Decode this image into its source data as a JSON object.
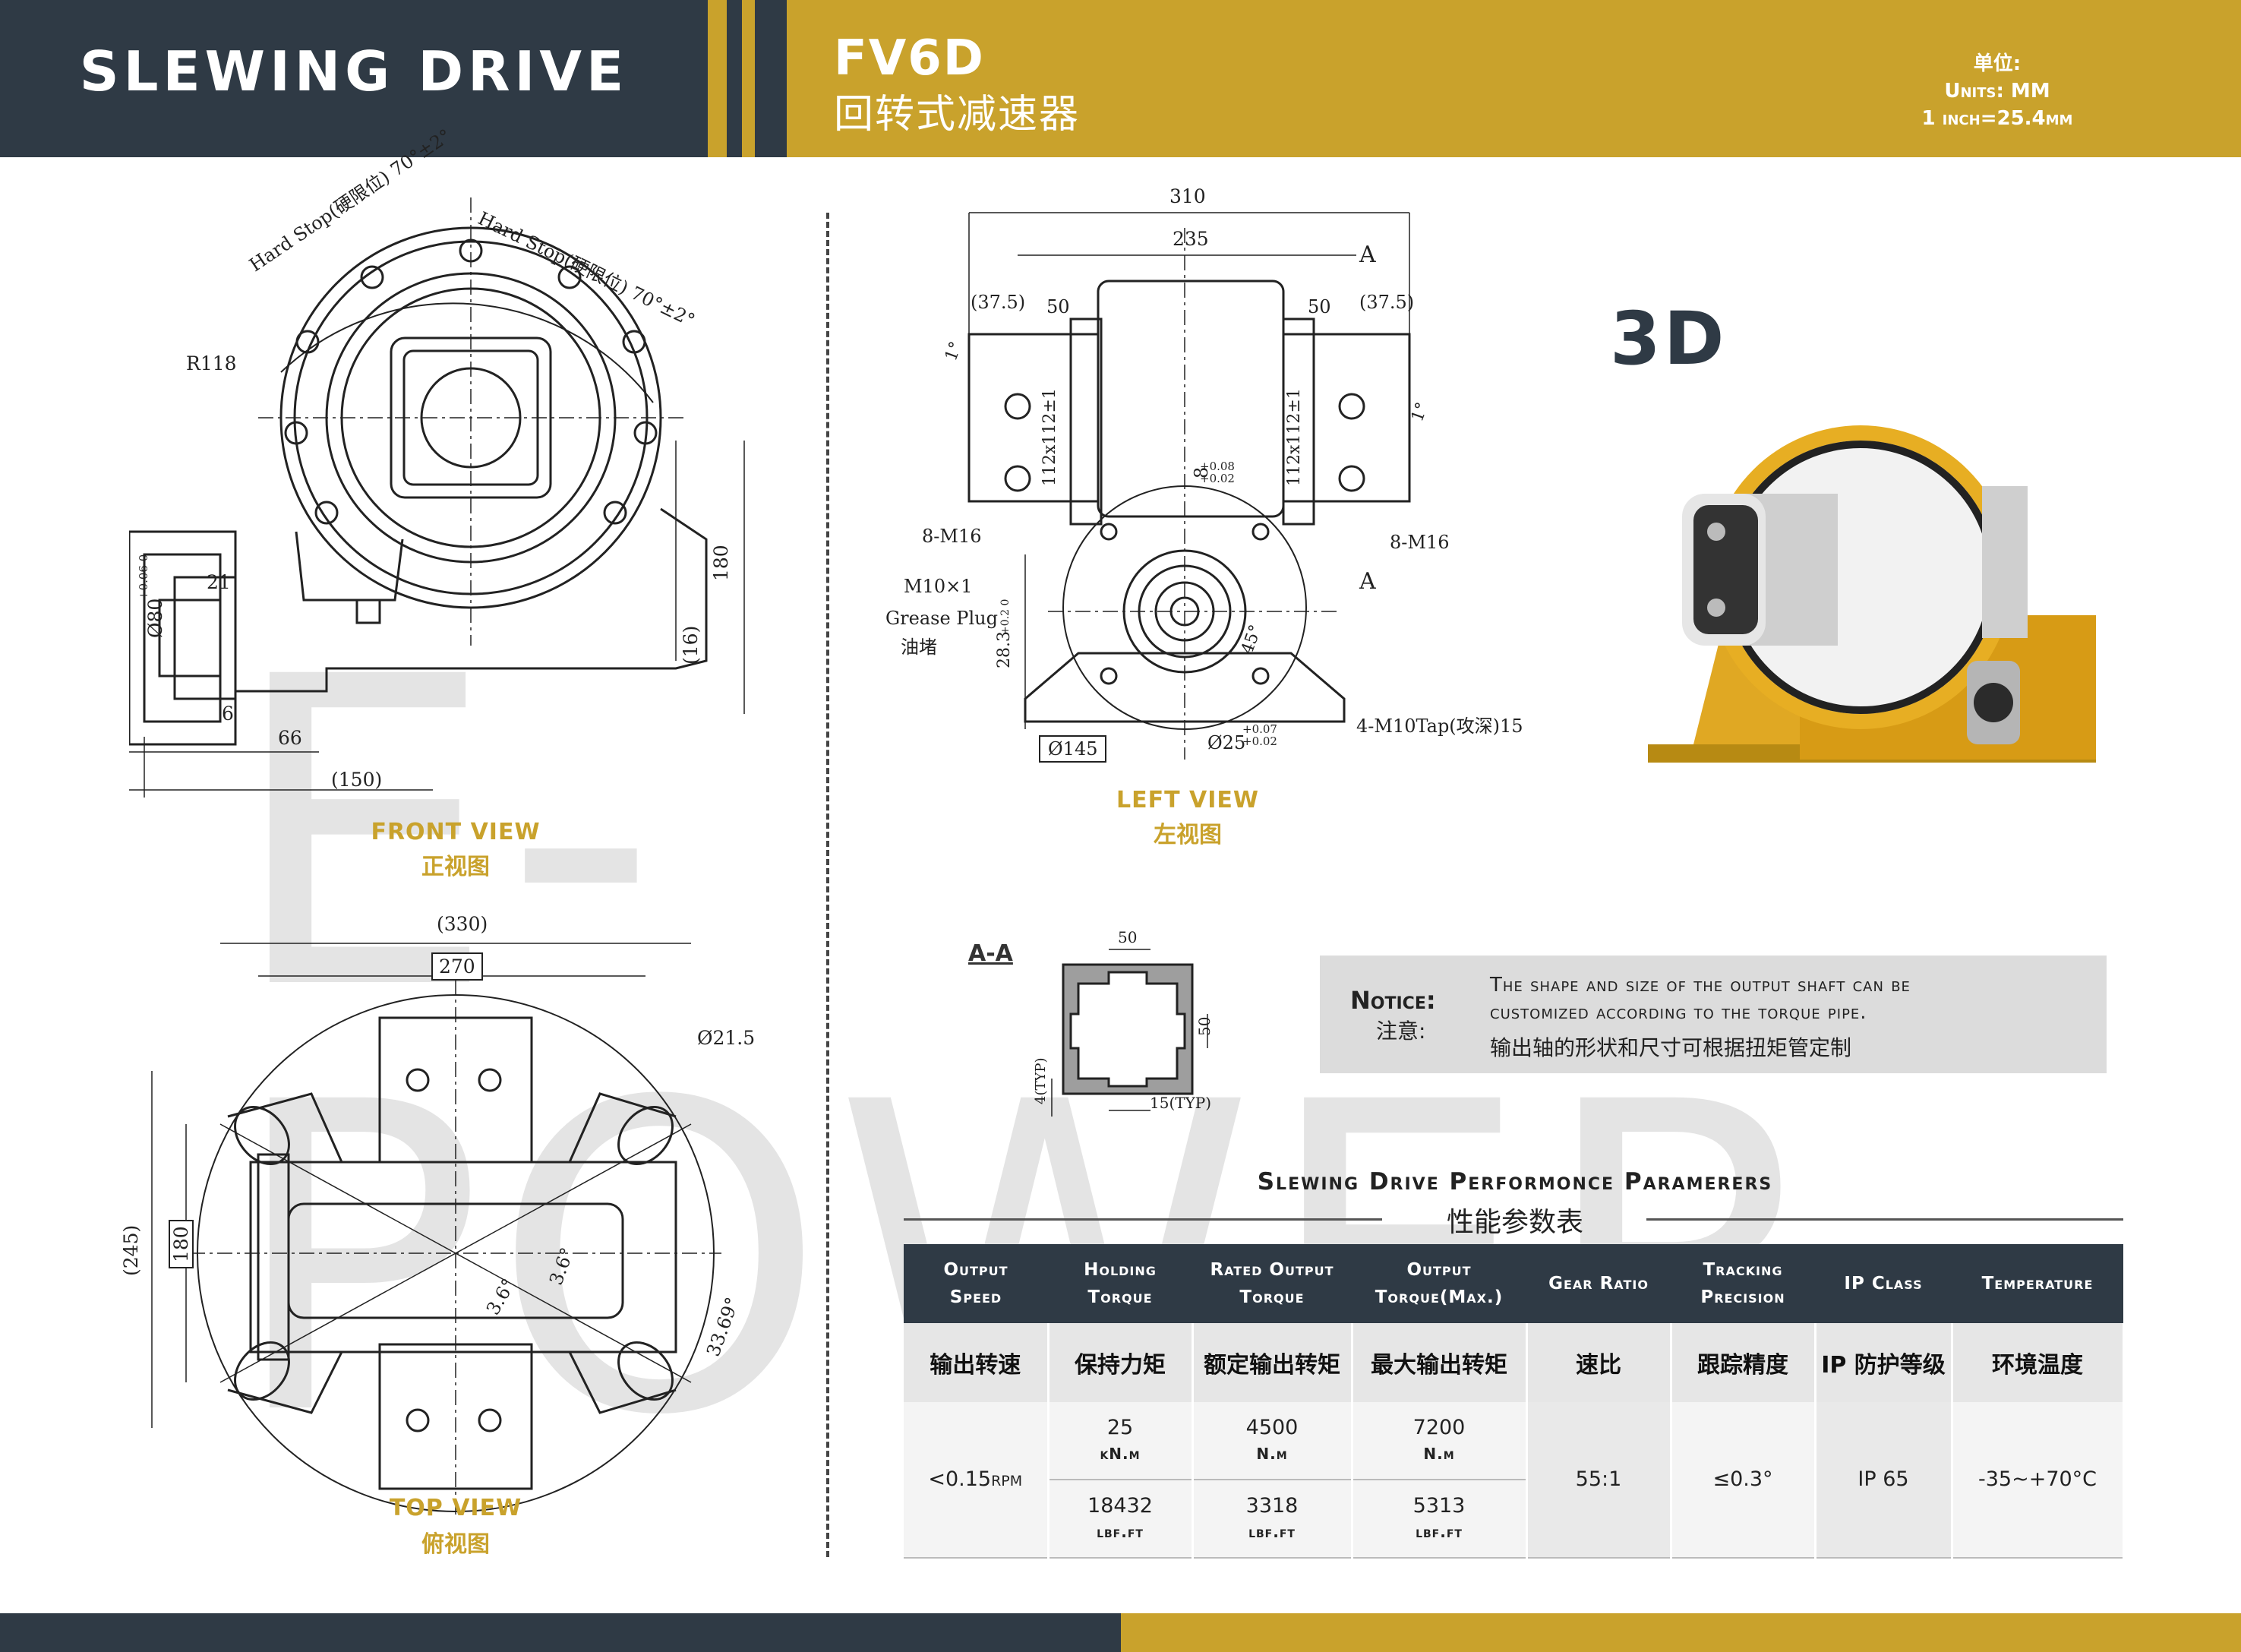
{
  "header": {
    "brand": "SLEWING DRIVE",
    "model": "FV6D",
    "model_cn": "回转式减速器",
    "units_label_cn": "单位:",
    "units_label_en": "Units:",
    "units_value": "MM",
    "inch_conversion": "1 inch=25.4mm"
  },
  "watermark": "E-POWER",
  "front_view": {
    "caption_en": "FRONT VIEW",
    "caption_cn": "正视图",
    "dims": {
      "hardstop_left": "Hard Stop(硬限位) 70°±2°",
      "hardstop_right": "Hard Stop(硬限位) 70°±2°",
      "radius": "R118",
      "d21": "21",
      "d80": "Ø80",
      "d80_tol": "+0.06 0",
      "d6": "6",
      "d66": "66",
      "d150": "(150)",
      "d180": "180",
      "d16": "(16)"
    }
  },
  "left_view": {
    "caption_en": "LEFT VIEW",
    "caption_cn": "左视图",
    "dims": {
      "d310": "310",
      "d235": "235",
      "a_top": "A",
      "a_bottom": "A",
      "d375l": "(37.5)",
      "d50l": "50",
      "d50r": "50",
      "d375r": "(37.5)",
      "ang_l": "1°",
      "ang_r": "1°",
      "sq_l": "112x112±1",
      "sq_r": "112x112±1",
      "key": "8",
      "key_tol": "+0.08 +0.02",
      "m16_l": "8-M16",
      "m16_r": "8-M16",
      "m10": "M10×1",
      "plug_en": "Grease Plug",
      "plug_cn": "油堵",
      "d283": "28.3",
      "d283_tol": "+0.2 0",
      "a45": "45°",
      "tap": "4-M10Tap(攻深)15",
      "d145": "Ø145",
      "d25": "Ø25",
      "d25_tol": "+0.07 +0.02"
    }
  },
  "top_view": {
    "caption_en": "TOP VIEW",
    "caption_cn": "俯视图",
    "dims": {
      "d330": "(330)",
      "d270": "270",
      "d215": "Ø21.5",
      "d245": "(245)",
      "d180": "180",
      "a36a": "3.6°",
      "a36b": "3.6°",
      "a3369": "33.69°"
    }
  },
  "section_aa": {
    "label": "A-A",
    "d50t": "50",
    "d50r": "50",
    "d4": "4(TYP)",
    "d15": "15(TYP)"
  },
  "three_d": {
    "label": "3D"
  },
  "notice": {
    "title_en": "Notice:",
    "title_cn": "注意:",
    "line1": "The shape and size of the output shaft can be",
    "line2": "customized according to the torque pipe.",
    "line3_cn": "输出轴的形状和尺寸可根据扭矩管定制"
  },
  "table": {
    "title": "Slewing Drive Performonce Paramerers",
    "title_cn": "性能参数表",
    "headers_en": [
      [
        "Output",
        "Speed"
      ],
      [
        "Holding",
        "Torque"
      ],
      [
        "Rated Output",
        "Torque"
      ],
      [
        "Output",
        "Torque(Max.)"
      ],
      [
        "Gear Ratio",
        ""
      ],
      [
        "Tracking",
        "Precision"
      ],
      [
        "IP Class",
        ""
      ],
      [
        "Temperature",
        ""
      ]
    ],
    "headers_cn": [
      "输出转速",
      "保持力矩",
      "额定输出转矩",
      "最大输出转矩",
      "速比",
      "跟踪精度",
      "IP 防护等级",
      "环境温度"
    ],
    "speed": "<0.15rpm",
    "holding": [
      {
        "v": "25",
        "u": "kN.m"
      },
      {
        "v": "18432",
        "u": "lbf.ft"
      }
    ],
    "rated": [
      {
        "v": "4500",
        "u": "N.m"
      },
      {
        "v": "3318",
        "u": "lbf.ft"
      }
    ],
    "max": [
      {
        "v": "7200",
        "u": "N.m"
      },
      {
        "v": "5313",
        "u": "lbf.ft"
      }
    ],
    "ratio": "55:1",
    "precision": "≤0.3°",
    "ip": "IP 65",
    "temperature": "-35~+70°C"
  }
}
